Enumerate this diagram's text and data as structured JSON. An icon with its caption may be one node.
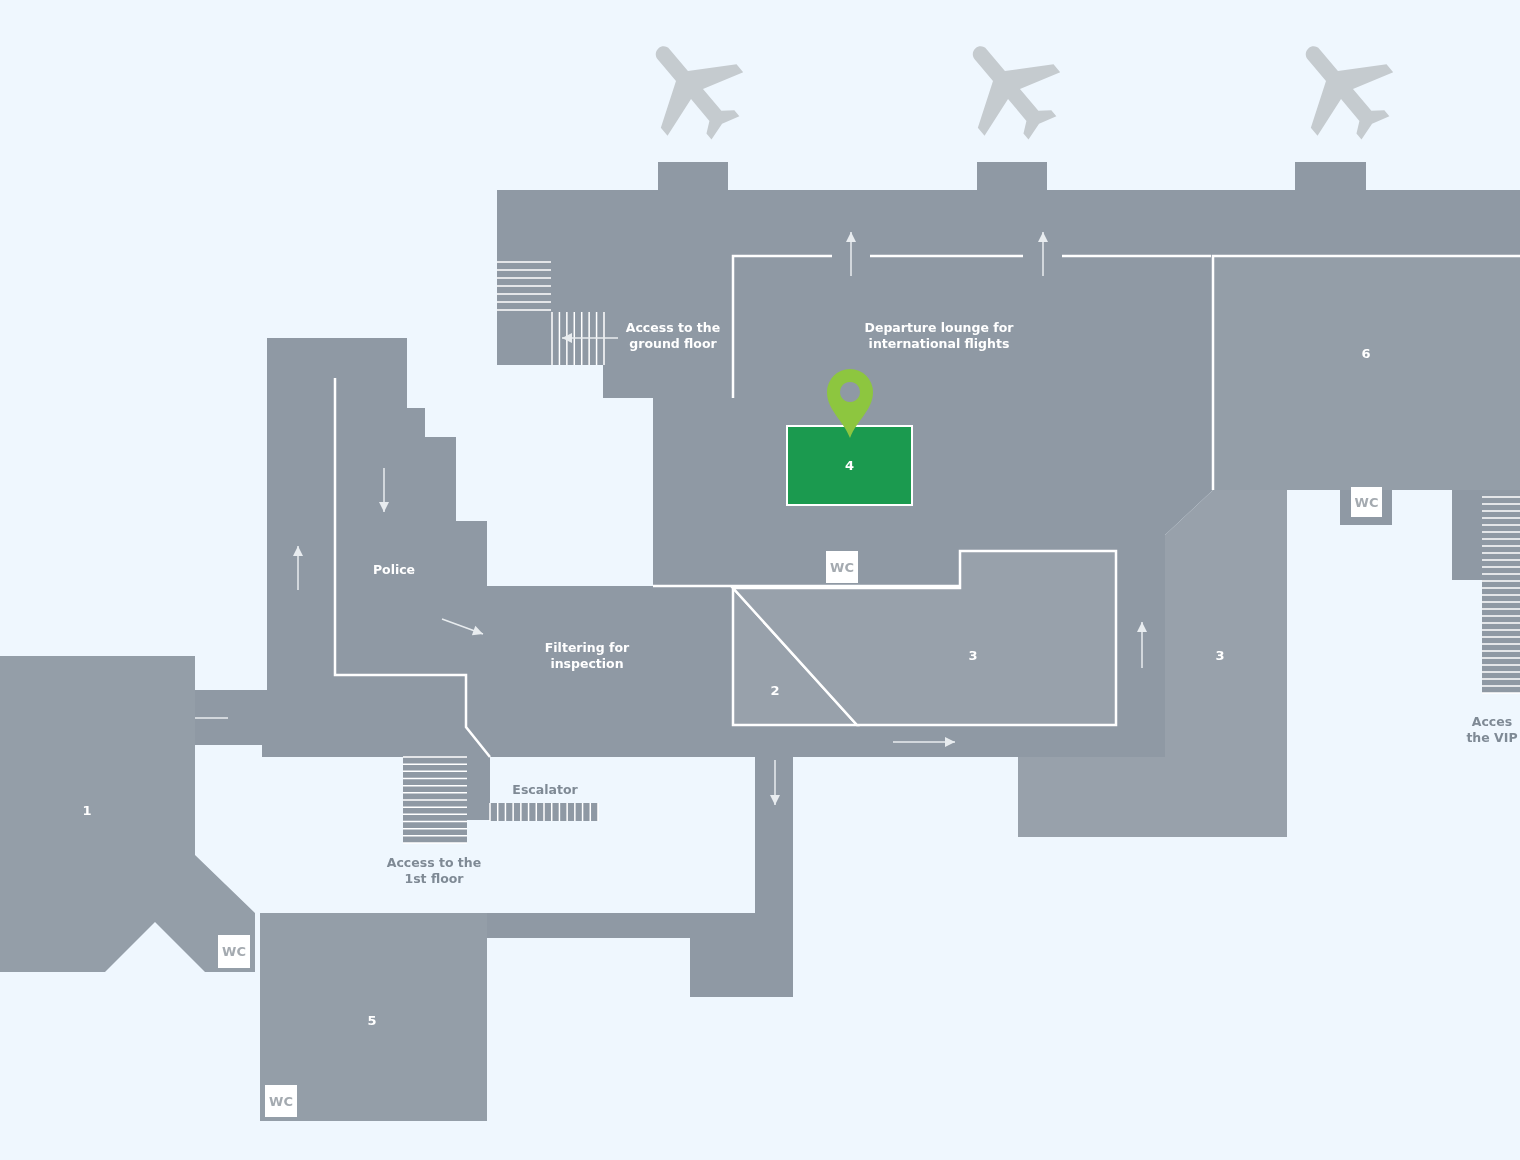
{
  "diagram": {
    "nodes": [
      {
        "text": [
          "1"
        ]
      },
      {
        "text": [
          "2"
        ]
      },
      {
        "text": [
          "3"
        ]
      },
      {
        "text": [
          "3"
        ]
      },
      {
        "text": [
          "4"
        ]
      },
      {
        "text": [
          "5"
        ]
      },
      {
        "text": [
          "6"
        ]
      },
      {
        "text": [
          "WC"
        ]
      },
      {
        "text": [
          "WC"
        ]
      },
      {
        "text": [
          "WC"
        ],
        "in": 0
      },
      {
        "text": [
          "WC"
        ],
        "in": 5
      }
    ],
    "edges": [],
    "labels": [
      "Access to the ground floor",
      "Departure lounge for international flights",
      "Police",
      "Filtering for inspection",
      "Escalator",
      "Access to the 1st floor",
      "Acces the VIP"
    ]
  }
}
